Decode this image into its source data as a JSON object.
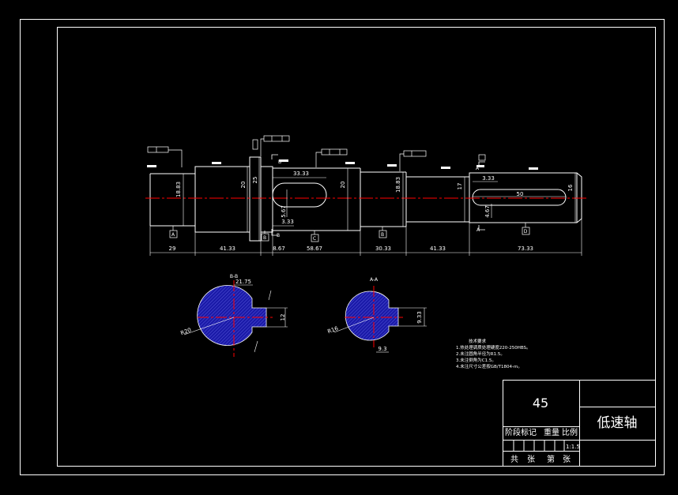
{
  "shaft": {
    "segment_lengths": [
      "29",
      "41.33",
      "8.67",
      "58.67",
      "30.33",
      "41.33",
      "73.33"
    ],
    "diameters": [
      "18.83",
      "20",
      "25",
      "20",
      "18.83",
      "17",
      "16"
    ],
    "keyway_left": {
      "length": "33.33",
      "depth": "5.67",
      "end_offset": "3.33"
    },
    "keyway_right": {
      "length": "50",
      "end_offset": "3.33",
      "depth": "4.67"
    },
    "datum_labels": [
      "A",
      "B",
      "C",
      "B",
      "D"
    ],
    "section_marks": {
      "b": "B",
      "a": "A"
    }
  },
  "section_bb": {
    "title": "B-B",
    "width_label": "21.75",
    "key_label": "12",
    "radius_label": "R20"
  },
  "section_aa": {
    "title": "A-A",
    "width_label": "9.33",
    "key_label": "9.3",
    "radius_label": "R16"
  },
  "notes": {
    "title": "技术要求",
    "lines": [
      "1.热处理调质处理硬度220-250HBS。",
      "2.未注圆角半径为R1.5。",
      "3.未注倒角为C1.5。",
      "4.未注尺寸公差按GB/T1804-m。"
    ]
  },
  "title_block": {
    "material": "45",
    "part_name": "低速轴",
    "stage_label": "阶段标记",
    "weight_label": "重量",
    "scale_label": "比例",
    "scale_value": "1:1.5",
    "sheet_total": "共",
    "sheet_unit": "张",
    "sheet_no": "第",
    "sheet_unit2": "张"
  },
  "colors": {
    "background": "#000000",
    "line": "#ffffff",
    "centerline": "#ff0000",
    "hatch": "#1a1aa8"
  }
}
